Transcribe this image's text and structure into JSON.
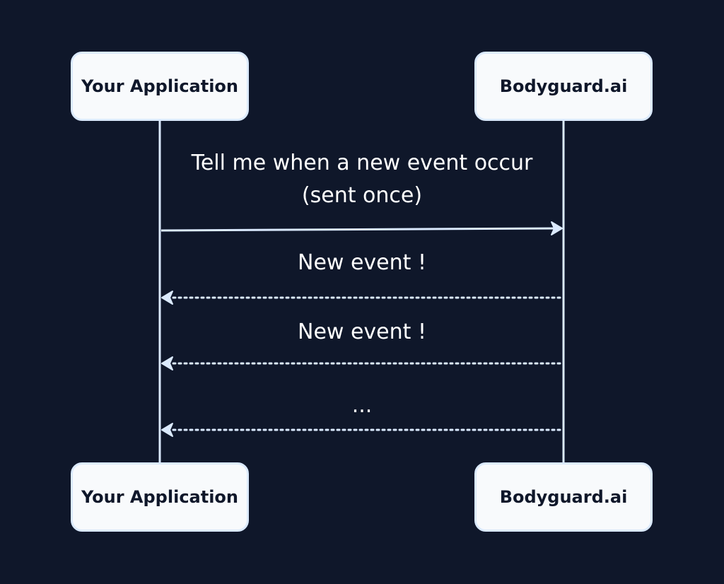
{
  "participants": {
    "left": "Your Application",
    "right": "Bodyguard.ai"
  },
  "messages": [
    {
      "lines": [
        "Tell me when a new event occur",
        "(sent once)"
      ],
      "direction": "left-to-right",
      "style": "solid"
    },
    {
      "lines": [
        "New event !"
      ],
      "direction": "right-to-left",
      "style": "dotted"
    },
    {
      "lines": [
        "New event !"
      ],
      "direction": "right-to-left",
      "style": "dotted"
    },
    {
      "lines": [
        "..."
      ],
      "direction": "right-to-left",
      "style": "dotted"
    }
  ],
  "colors": {
    "background": "#0f172a",
    "actor_fill": "#f8fafc",
    "actor_border": "#dbeafe",
    "line": "#dbeafe",
    "text": "#ffffff"
  }
}
